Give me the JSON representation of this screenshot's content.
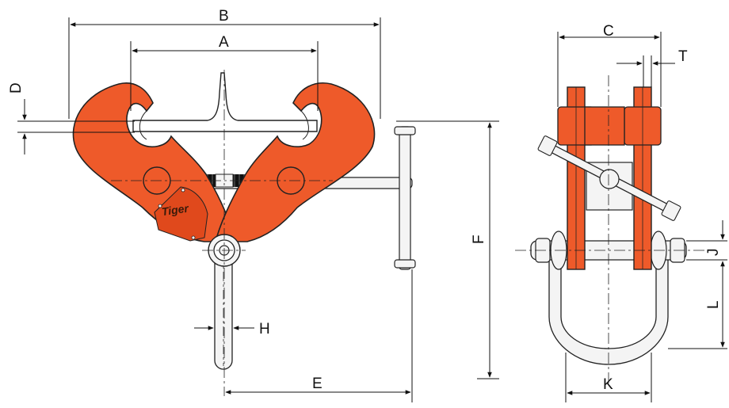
{
  "colors": {
    "body_orange": "#ee5a2a",
    "body_orange_dark": "#c9431a",
    "steel": "#f4f4f4",
    "line": "#222222",
    "beam": "#ffffff"
  },
  "brand": {
    "logo_text": "Tiger"
  },
  "dimensions": {
    "A": "A",
    "B": "B",
    "C": "C",
    "D": "D",
    "E": "E",
    "F": "F",
    "H": "H",
    "J": "J",
    "K": "K",
    "L": "L",
    "T": "T"
  }
}
